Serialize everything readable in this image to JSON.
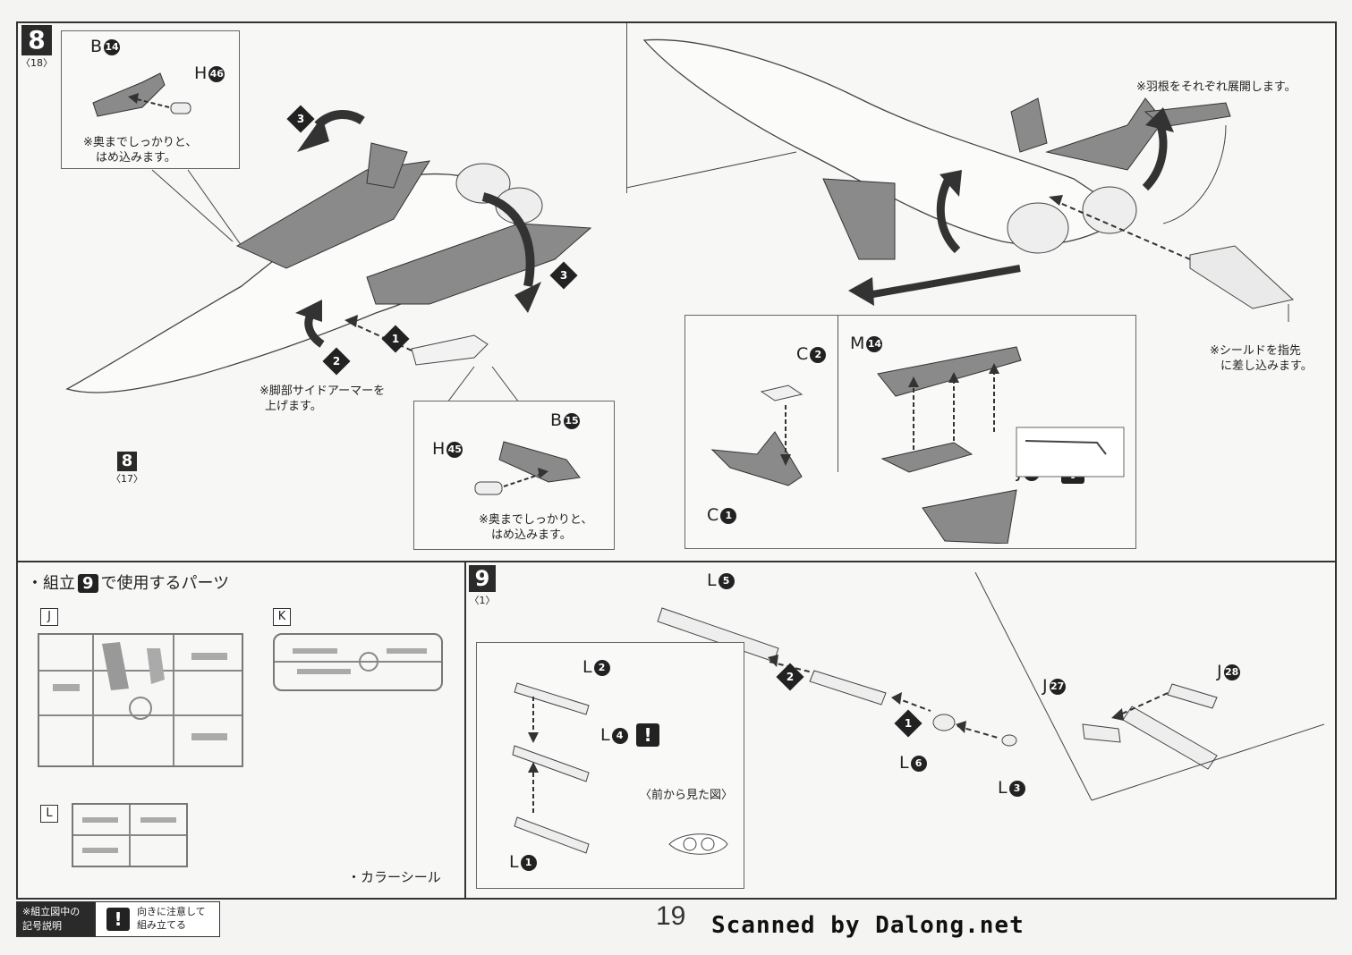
{
  "step8": {
    "number": "8",
    "ref": "〈18〉",
    "sub_number": "8",
    "sub_ref": "〈17〉",
    "arrow_marks": [
      "1",
      "2",
      "3",
      "3"
    ],
    "inset1": {
      "part_a": "B",
      "part_a_num": "14",
      "part_b": "H",
      "part_b_num": "46",
      "note_l1": "※奥までしっかりと、",
      "note_l2": "はめ込みます。"
    },
    "inset2": {
      "part_a": "B",
      "part_a_num": "15",
      "part_b": "H",
      "part_b_num": "45",
      "note_l1": "※奥までしっかりと、",
      "note_l2": "はめ込みます。"
    },
    "leg_note_l1": "※脚部サイドアーマーを",
    "leg_note_l2": "上げます。",
    "wing_note": "※羽根をそれぞれ展開します。",
    "shield_note_l1": "※シールドを指先",
    "shield_note_l2": "に差し込みます。",
    "inset3": {
      "c2": "C",
      "c2_num": "2",
      "c1": "C",
      "c1_num": "1",
      "m": "M",
      "m_num": "14",
      "j": "J",
      "j_num": "14",
      "warn": "!"
    }
  },
  "parts_panel": {
    "title_prefix": "・組立",
    "title_num": "9",
    "title_suffix": "で使用するパーツ",
    "runners": [
      "J",
      "K",
      "L"
    ],
    "color_seal": "・カラーシール"
  },
  "step9": {
    "number": "9",
    "ref": "〈1〉",
    "l5": "L",
    "l5_num": "5",
    "l2": "L",
    "l2_num": "2",
    "l4": "L",
    "l4_num": "4",
    "l1": "L",
    "l1_num": "1",
    "l6": "L",
    "l6_num": "6",
    "l3": "L",
    "l3_num": "3",
    "j27": "J",
    "j27_num": "27",
    "j28": "J",
    "j28_num": "28",
    "warn": "!",
    "front_view": "〈前から見た図〉",
    "arrow_marks": [
      "1",
      "2"
    ]
  },
  "legend": {
    "title_l1": "※組立図中の",
    "title_l2": "記号説明",
    "icon": "!",
    "desc_l1": "向きに注意して",
    "desc_l2": "組み立てる"
  },
  "footer": {
    "page_number": "19",
    "scan_credit": "Scanned by Dalong.net"
  }
}
